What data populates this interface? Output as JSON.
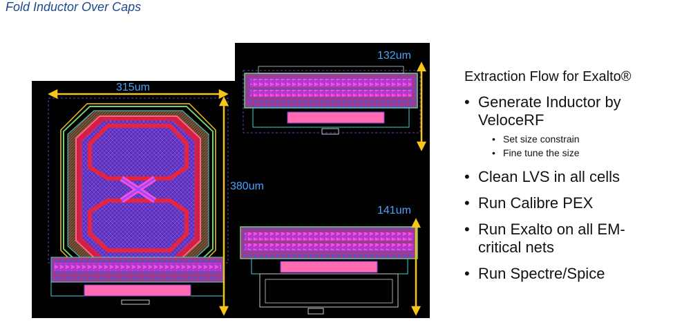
{
  "title": "Fold Inductor Over Caps",
  "layout": {
    "dims": {
      "width_left": "315um",
      "height_left": "380um",
      "height_top": "132um",
      "height_bottom": "141um"
    },
    "colors": {
      "background": "#000000",
      "dimension": "#f5c518",
      "label": "#4aa3ff",
      "metal_red": "#e8243c",
      "metal_blue": "#6b3fd0",
      "metal_cyan": "#3ad6d6",
      "metal_green": "#6fd16f"
    }
  },
  "flow": {
    "heading": "Extraction Flow for Exalto®",
    "items": [
      {
        "text": "Generate Inductor by VeloceRF",
        "subitems": [
          "Set size constrain",
          "Fine tune the size"
        ]
      },
      {
        "text": "Clean LVS in all cells"
      },
      {
        "text": "Run Calibre PEX"
      },
      {
        "text": "Run Exalto on all EM-critical nets"
      },
      {
        "text": "Run Spectre/Spice"
      }
    ]
  }
}
